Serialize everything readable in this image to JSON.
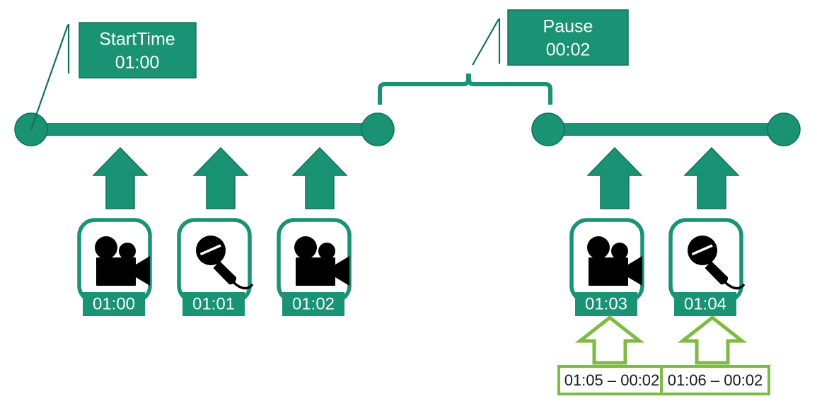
{
  "colors": {
    "primary_green": "#1A9274",
    "primary_green_stroke": "#127259",
    "light_green": "#7FBA42",
    "icon_black": "#000000",
    "text_white": "#FFFFFF",
    "text_black": "#1A1A1A",
    "background": "#FFFFFF"
  },
  "callouts": [
    {
      "name": "start-time-callout",
      "title": "StartTime",
      "value": "01:00"
    },
    {
      "name": "pause-callout",
      "title": "Pause",
      "value": "00:02"
    }
  ],
  "timeline": {
    "nodes": [
      "node-start",
      "node-pause-begin",
      "node-pause-end",
      "node-end"
    ],
    "brace_label": "pause-brace"
  },
  "events": [
    {
      "icon": "video-camera-icon",
      "type": "video",
      "time": "01:00"
    },
    {
      "icon": "microphone-icon",
      "type": "audio",
      "time": "01:01"
    },
    {
      "icon": "video-camera-icon",
      "type": "video",
      "time": "01:02"
    },
    {
      "icon": "video-camera-icon",
      "type": "video",
      "time": "01:03"
    },
    {
      "icon": "microphone-icon",
      "type": "audio",
      "time": "01:04"
    }
  ],
  "calculations": [
    {
      "name": "calc-box-1",
      "expression": "01:05 – 00:02"
    },
    {
      "name": "calc-box-2",
      "expression": "01:06 – 00:02"
    }
  ]
}
